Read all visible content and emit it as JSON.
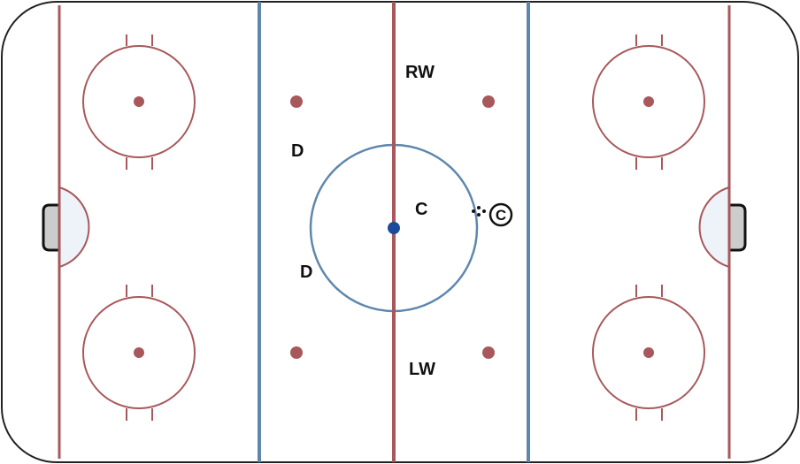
{
  "colors": {
    "board": "#222222",
    "red": "#a8585b",
    "blue": "#5f87ad",
    "center_dot": "#1a4d99",
    "crease_fill": "#eef3f9",
    "net_fill": "#cccccc",
    "text": "#111111"
  },
  "positions": {
    "rw": "RW",
    "lw": "LW",
    "c": "C",
    "d_top": "D",
    "d_bottom": "D",
    "coach": "C"
  }
}
